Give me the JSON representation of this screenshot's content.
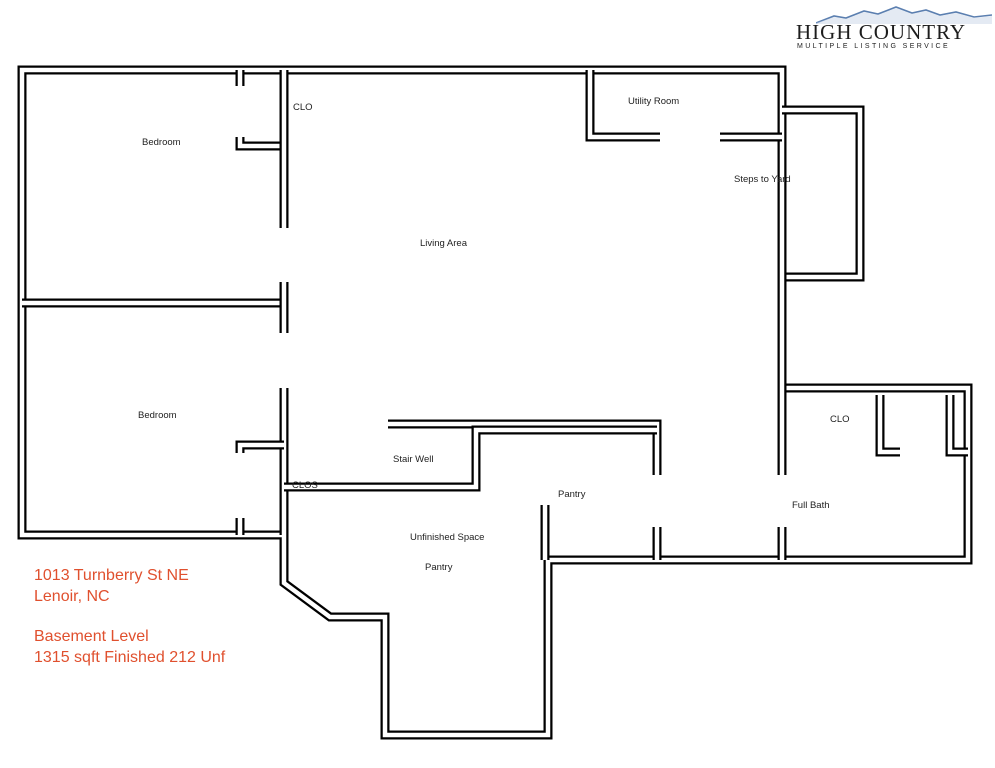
{
  "logo": {
    "title": "HIGH COUNTRY",
    "subtitle": "MULTIPLE LISTING SERVICE",
    "icon": "mountain-range-icon",
    "color": "#1d1d1d",
    "accent": "#5b7fb0"
  },
  "rooms": {
    "bedroom_top": "Bedroom",
    "bedroom_bottom": "Bedroom",
    "clo_top": "CLO",
    "living_area": "Living Area",
    "utility_room": "Utility Room",
    "steps_to_yard": "Steps to Yard",
    "stair_well": "Stair  Well",
    "clos": "CLOS",
    "pantry_right": "Pantry",
    "unfinished_space": "Unfinished Space",
    "pantry_lower": "Pantry",
    "clo_right": "CLO",
    "full_bath": "Full Bath"
  },
  "caption": {
    "address_line1": "1013 Turnberry St NE",
    "address_line2": "Lenoir, NC",
    "level": "Basement Level",
    "area": "1315 sqft Finished 212 Unf",
    "color": "#e0502e"
  }
}
